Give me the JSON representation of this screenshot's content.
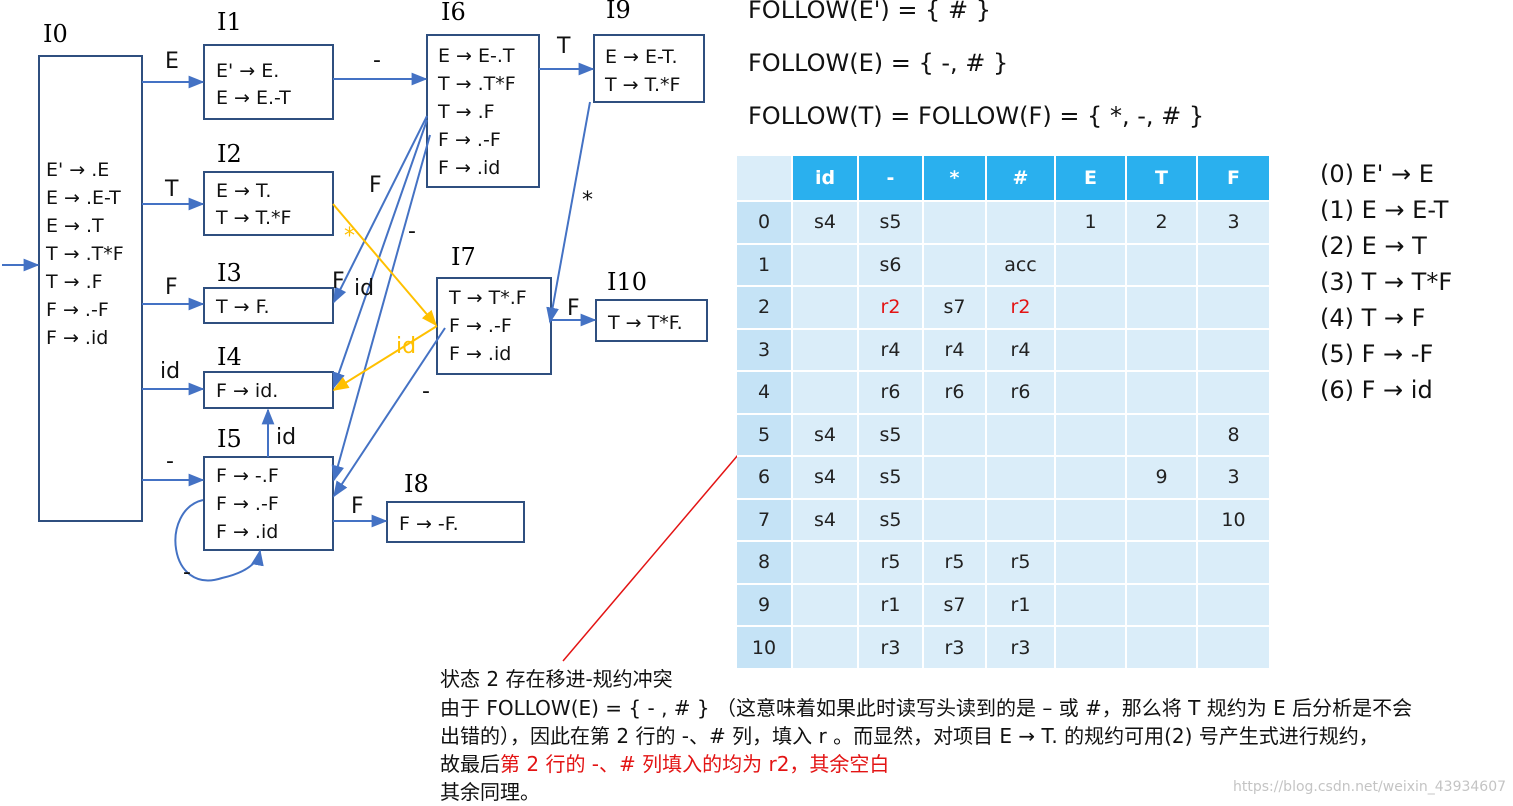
{
  "states": [
    {
      "id": "I0",
      "label": "I0",
      "items": [
        "E' → .E",
        "E → .E-T",
        "E → .T",
        "T → .T*F",
        "T → .F",
        "F → .-F",
        "F → .id"
      ]
    },
    {
      "id": "I1",
      "label": "I1",
      "items": [
        "E' → E.",
        "E → E.-T"
      ]
    },
    {
      "id": "I2",
      "label": "I2",
      "items": [
        "E → T.",
        "T → T.*F"
      ]
    },
    {
      "id": "I3",
      "label": "I3",
      "items": [
        "T → F."
      ]
    },
    {
      "id": "I4",
      "label": "I4",
      "items": [
        "F → id."
      ]
    },
    {
      "id": "I5",
      "label": "I5",
      "items": [
        "F → -.F",
        "F → .-F",
        "F → .id"
      ]
    },
    {
      "id": "I6",
      "label": "I6",
      "items": [
        "E → E-.T",
        "T → .T*F",
        "T → .F",
        "F → .-F",
        "F → .id"
      ]
    },
    {
      "id": "I7",
      "label": "I7",
      "items": [
        "T → T*.F",
        "F → .-F",
        "F → .id"
      ]
    },
    {
      "id": "I8",
      "label": "I8",
      "items": [
        "F → -F."
      ]
    },
    {
      "id": "I9",
      "label": "I9",
      "items": [
        "E → E-T.",
        "T → T.*F"
      ]
    },
    {
      "id": "I10",
      "label": "I10",
      "items": [
        "T → T*F."
      ]
    }
  ],
  "edge_labels": [
    "E",
    "T",
    "F",
    "id",
    "-",
    "-",
    "T",
    "F",
    "id",
    "-",
    "*",
    "F",
    "*",
    "id",
    "-",
    "id",
    "F",
    "F",
    "-"
  ],
  "follow": [
    "FOLLOW(E') = { # }",
    "FOLLOW(E) = { -, # }",
    "FOLLOW(T) = FOLLOW(F) = { *, -, # }"
  ],
  "table": {
    "headers": [
      "",
      "id",
      "-",
      "*",
      "#",
      "E",
      "T",
      "F"
    ],
    "rows": [
      [
        "0",
        "s4",
        "s5",
        "",
        "",
        "1",
        "2",
        "3"
      ],
      [
        "1",
        "",
        "s6",
        "",
        "acc",
        "",
        "",
        ""
      ],
      [
        "2",
        "",
        "r2",
        "s7",
        "r2",
        "",
        "",
        ""
      ],
      [
        "3",
        "",
        "r4",
        "r4",
        "r4",
        "",
        "",
        ""
      ],
      [
        "4",
        "",
        "r6",
        "r6",
        "r6",
        "",
        "",
        ""
      ],
      [
        "5",
        "s4",
        "s5",
        "",
        "",
        "",
        "",
        "8"
      ],
      [
        "6",
        "s4",
        "s5",
        "",
        "",
        "",
        "9",
        "3"
      ],
      [
        "7",
        "s4",
        "s5",
        "",
        "",
        "",
        "",
        "10"
      ],
      [
        "8",
        "",
        "r5",
        "r5",
        "r5",
        "",
        "",
        ""
      ],
      [
        "9",
        "",
        "r1",
        "s7",
        "r1",
        "",
        "",
        ""
      ],
      [
        "10",
        "",
        "r3",
        "r3",
        "r3",
        "",
        "",
        ""
      ]
    ]
  },
  "productions": [
    "(0)  E' → E",
    "(1)  E → E-T",
    "(2)  E → T",
    "(3)  T → T*F",
    "(4)  T → F",
    "(5)  F → -F",
    "(6)  F → id"
  ],
  "note": {
    "line1": "状态 2 存在移进-规约冲突",
    "line2": "由于 FOLLOW(E) = { - , # } （这意味着如果此时读写头读到的是 – 或 #，那么将 T 规约为 E 后分析是不会",
    "line3": "出错的），因此在第 2 行的 -、# 列，填入 r 。而显然，对项目 E → T. 的规约可用(2) 号产生式进行规约，",
    "line4_prefix": "故最后",
    "line4_red": "第 2 行的 -、# 列填入的均为 r2，其余空白",
    "line5": "其余同理。"
  },
  "colors": {
    "box": "#2f4f7f",
    "edge": "#4472c4",
    "highlight": "#ffc000",
    "annotation": "#e31414",
    "table_header": "#2ab0ee",
    "table_cell": "#daedf9"
  },
  "watermark": "https://blog.csdn.net/weixin_43934607"
}
